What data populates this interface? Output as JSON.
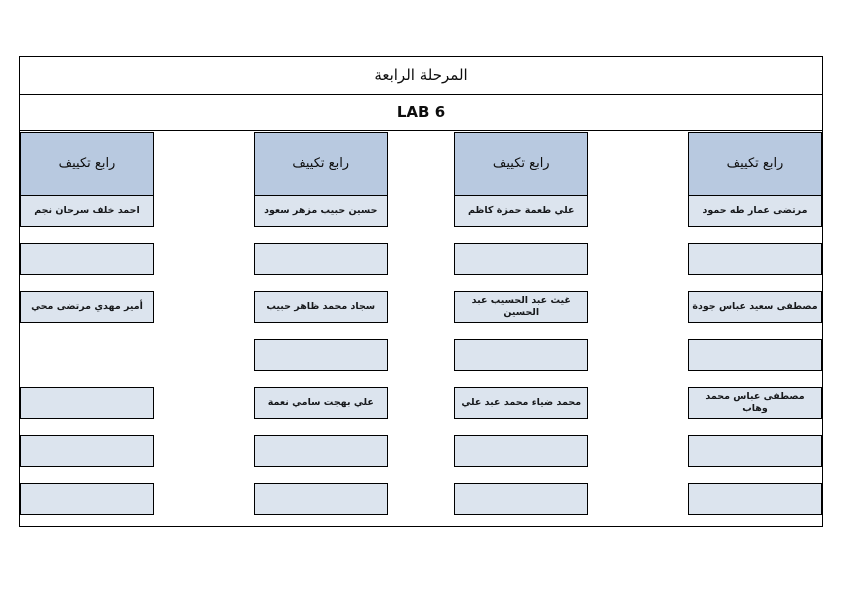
{
  "document": {
    "stage_title": "المرحلة الرابعة",
    "lab_title": "LAB 6"
  },
  "colors": {
    "header_fill": "#b8c9e0",
    "cell_fill": "#dce4ee",
    "border": "#000000",
    "text": "#17191c"
  },
  "table": {
    "column_header_label": "رابع تكييف",
    "row_count": 7,
    "columns": [
      {
        "header": "رابع تكييف",
        "cells": [
          "مرتضى عمار طه حمود",
          "",
          "مصطفى سعيد عباس جودة",
          "",
          "مصطفى عباس محمد وهاب",
          "",
          ""
        ],
        "cell_states": [
          "name",
          "empty",
          "name",
          "empty",
          "name",
          "empty",
          "empty"
        ]
      },
      {
        "header": "رابع تكييف",
        "cells": [
          "علي طعمة حمزة كاظم",
          "",
          "غيث عبد الحسيب عبد الحسين",
          "",
          "محمد ضياء محمد عبد علي",
          "",
          ""
        ],
        "cell_states": [
          "name",
          "empty",
          "name",
          "empty",
          "name",
          "empty",
          "empty"
        ]
      },
      {
        "header": "رابع تكييف",
        "cells": [
          "حسين حبيب مزهر سعود",
          "",
          "سجاد محمد ظاهر حبيب",
          "",
          "علي بهجت سامي نعمة",
          "",
          ""
        ],
        "cell_states": [
          "name",
          "empty",
          "name",
          "empty",
          "name",
          "empty",
          "empty"
        ]
      },
      {
        "header": "رابع تكييف",
        "cells": [
          "احمد خلف سرحان نجم",
          "",
          "أمير مهدي مرتضى محي",
          "",
          "",
          "",
          ""
        ],
        "cell_states": [
          "name",
          "empty",
          "name",
          "blank",
          "empty",
          "empty",
          "empty"
        ]
      }
    ]
  }
}
